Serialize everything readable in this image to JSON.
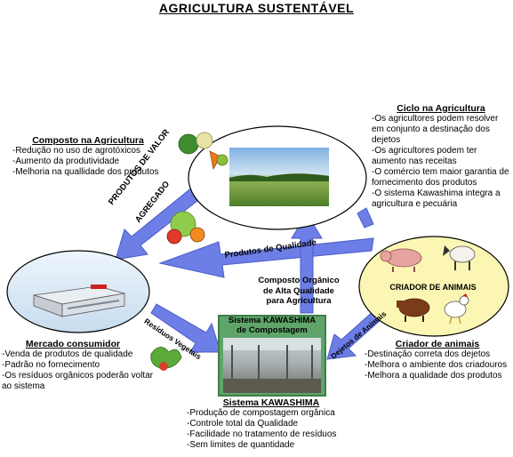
{
  "title": "AGRICULTURA SUSTENTÁVEL",
  "composto_agricultura": {
    "heading": "Composto na Agricultura",
    "items": [
      "-Redução no uso de agrotóxicos",
      "-Aumento da produtividade",
      "-Melhoria na quallidade dos produtos"
    ]
  },
  "ciclo_agricultura": {
    "heading": "Ciclo na Agricultura",
    "items": [
      "-Os agricultores podem resolver em conjunto a destinação dos dejetos",
      "-Os agricultores podem ter aumento nas receitas",
      "-O comércio tem maior garantia de fornecimento dos produtos",
      "-O sistema Kawashima integra a agricultura e pecuária"
    ]
  },
  "mercado_consumidor": {
    "heading": "Mercado consumidor",
    "items": [
      "-Venda de produtos de qualidade",
      "-Padrão no fornecimento",
      "-Os resíduos orgânicos poderão voltar ao sistema"
    ]
  },
  "criador_animais_box": {
    "label": "CRIADOR DE ANIMAIS"
  },
  "criador_animais": {
    "heading": "Criador de animais",
    "items": [
      "-Destinação correta dos dejetos",
      "-Melhora o ambiente dos criadouros",
      "-Melhora a qualidade dos produtos"
    ]
  },
  "sistema_box": {
    "label_line1": "Sistema KAWASHIMA",
    "label_line2": "de Compostagem"
  },
  "sistema_kawashima": {
    "heading": "Sistema KAWASHIMA",
    "items": [
      "-Produção de compostagem orgânica",
      "-Controle total da Qualidade",
      "-Facilidade no tratamento de resíduos",
      "-Sem limites de quantidade"
    ]
  },
  "composto_organico": {
    "line1": "Composto Orgânico",
    "line2": "de Alta Qualidade",
    "line3": "para Agricultura"
  },
  "arrows": {
    "produtos_valor_line1": "PRODUTOS DE VALOR",
    "produtos_valor_line2": "AGREGADO",
    "produtos_qualidade": "Produtos de Qualidade",
    "residuos_vegetais": "Resíduos Vegetais",
    "dejetos_animais": "Dejetos de Animais"
  },
  "colors": {
    "arrow_fill": "#6d7ee6",
    "arrow_stroke": "#4b5bc8",
    "market_ellipse": "#dbe9f7",
    "farm_ellipse": "#ffffff",
    "animal_ellipse": "#fbf6b3",
    "kawashima_box": "#5fa56a"
  },
  "icons": [
    "vegetables-icon",
    "farm-field-icon",
    "supermarket-icon",
    "vegetables-bunch-icon",
    "pig-icon",
    "goat-icon",
    "cow-icon",
    "chicken-icon",
    "lettuce-icon"
  ]
}
